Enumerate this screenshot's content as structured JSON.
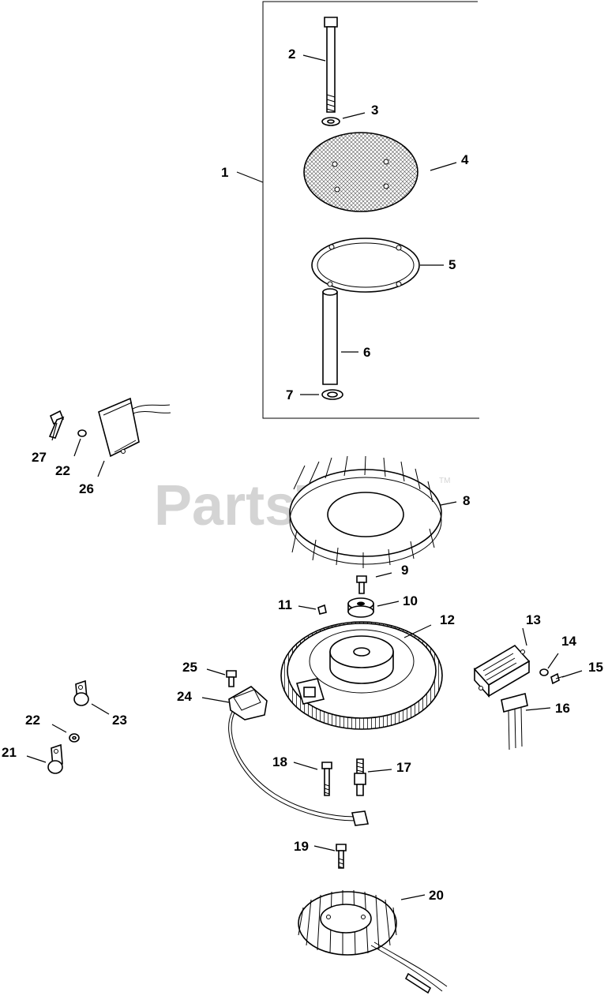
{
  "watermark": {
    "text": "PartsTree",
    "tm": "TM"
  },
  "callouts": [
    "1",
    "2",
    "3",
    "4",
    "5",
    "6",
    "7",
    "8",
    "9",
    "10",
    "11",
    "12",
    "13",
    "14",
    "15",
    "16",
    "17",
    "18",
    "19",
    "20",
    "21",
    "22",
    "22",
    "23",
    "24",
    "25",
    "26",
    "27"
  ],
  "colors": {
    "line": "#000000",
    "watermark": "#d4d4d4",
    "background": "#ffffff"
  }
}
